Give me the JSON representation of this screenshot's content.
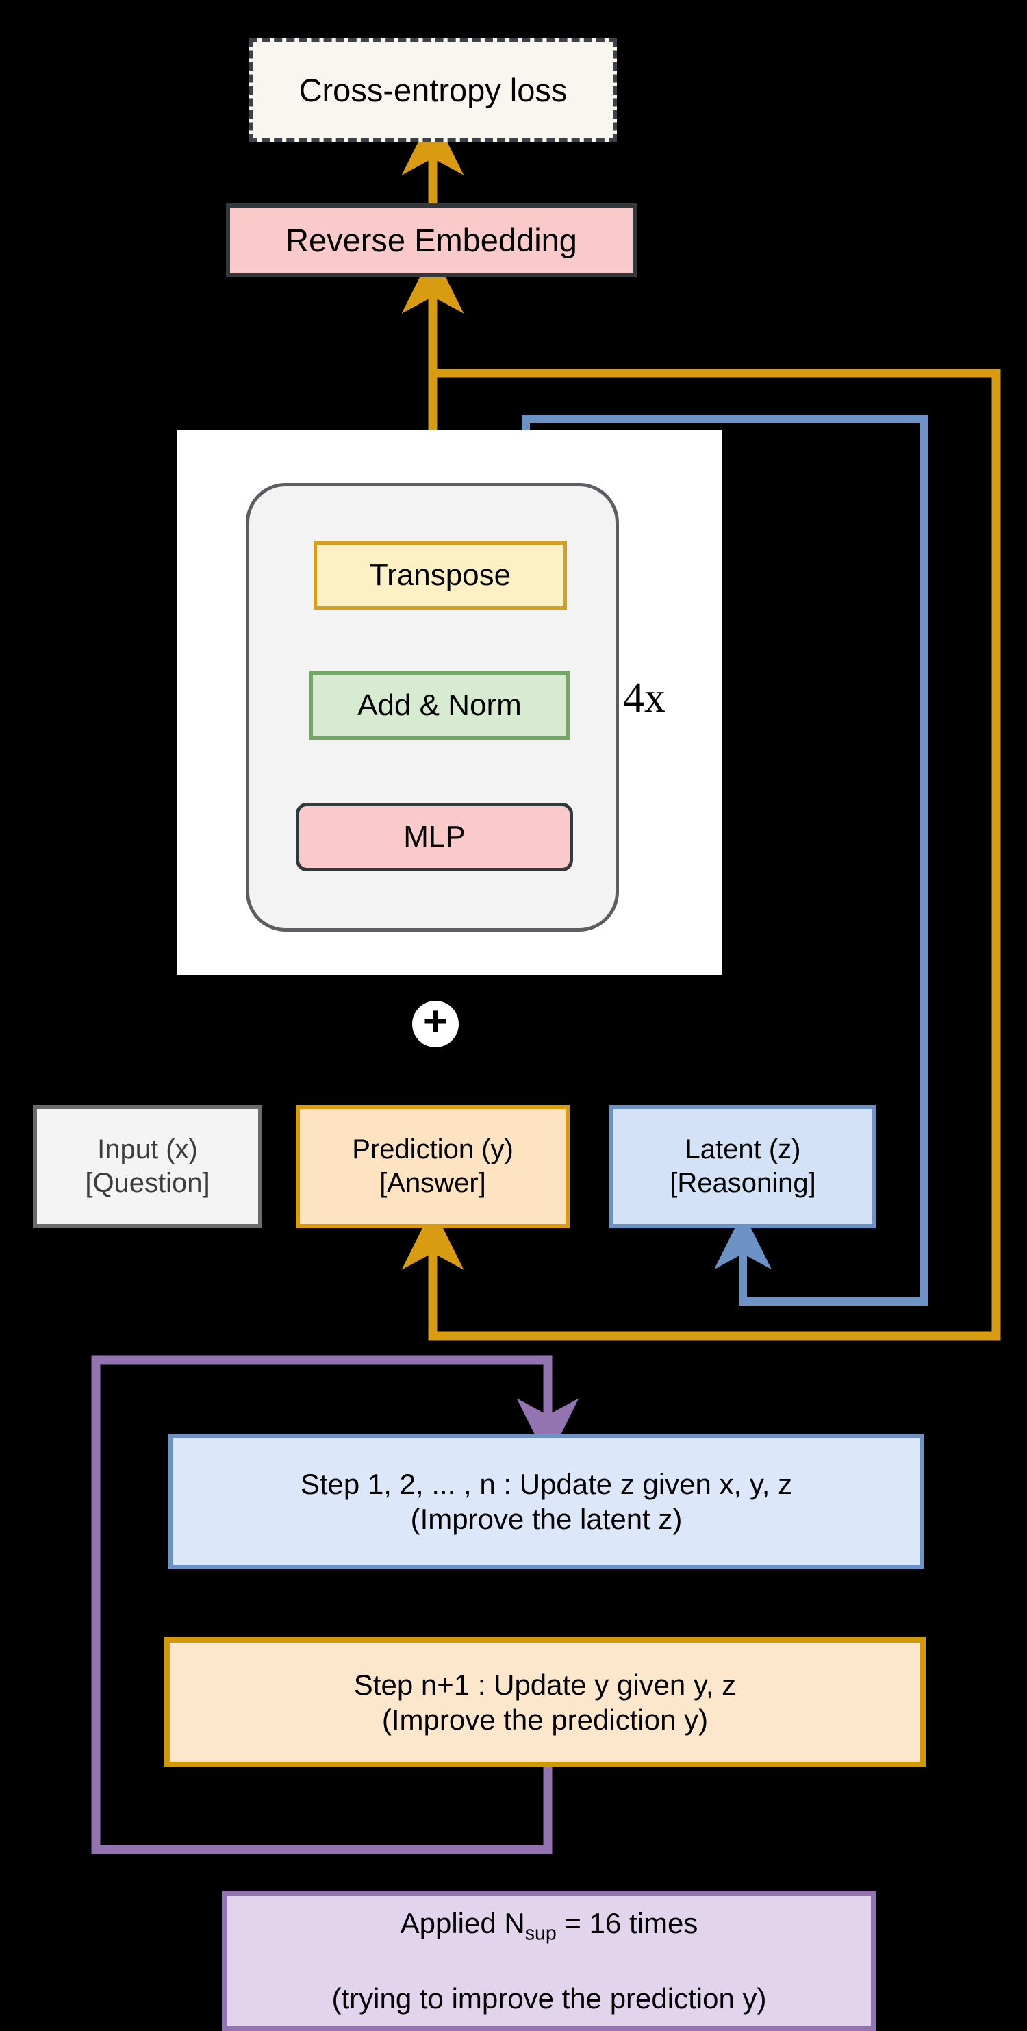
{
  "diagram": {
    "title": "Hierarchical Reasoning / latent refinement loop",
    "background_color": "#000000"
  },
  "colors": {
    "gold": "#D99B12",
    "blue": "#6D93C6",
    "purple": "#9474B0",
    "green": "#72A764",
    "pink": "#FACACA",
    "cream": "#F8F6EF",
    "gray": "#6A6A6A",
    "black": "#000000"
  },
  "nodes": {
    "cross_entropy_loss": {
      "label": "Cross-entropy loss",
      "fill": "#F8F6EF",
      "stroke": "#3D4248",
      "stroke_style": "dashed"
    },
    "reverse_embedding": {
      "label": "Reverse Embedding",
      "fill": "#FACACA",
      "stroke": "#33383D"
    },
    "transpose": {
      "label": "Transpose",
      "fill": "#FDF0C4",
      "stroke": "#D5A01E"
    },
    "add_norm": {
      "label": "Add & Norm",
      "fill": "#D6EBD0",
      "stroke": "#72A764"
    },
    "mlp": {
      "label": "MLP",
      "fill": "#FACACA",
      "stroke": "#33383D"
    },
    "repeat_label": {
      "label": "4x"
    },
    "sum_node": {
      "label": "+"
    },
    "input_x": {
      "label": "Input (x)\n[Question]",
      "fill": "#F4F4F4",
      "stroke": "#6A6A6A"
    },
    "prediction_y": {
      "label": "Prediction (y)\n[Answer]",
      "fill": "#FDE3C2",
      "stroke": "#D99B12"
    },
    "latent_z": {
      "label": "Latent (z)\n[Reasoning]",
      "fill": "#D3E2F6",
      "stroke": "#6D93C6"
    },
    "step_latent": {
      "label": "Step 1, 2, ... , n : Update z given x, y, z\n(Improve the latent z)",
      "fill": "#DCE8F9",
      "stroke": "#6D93C6"
    },
    "step_prediction": {
      "label": "Step n+1 : Update y given y, z\n(Improve the prediction y)",
      "fill": "#FDE7CC",
      "stroke": "#D19905"
    },
    "applied": {
      "line1_prefix": "Applied N",
      "line1_subscript": "sup",
      "line1_suffix": " = 16 times",
      "line2": "(trying to improve the prediction y)",
      "fill": "#E2D4EC",
      "stroke": "#9474B0"
    }
  },
  "edges": [
    {
      "name": "reverse-embedding-to-loss",
      "color": "#D99B12",
      "from": "reverse_embedding",
      "to": "cross_entropy_loss"
    },
    {
      "name": "panel-to-reverse-embedding",
      "color": "#D99B12",
      "from": "transpose",
      "to": "reverse_embedding"
    },
    {
      "name": "mlp-to-add-norm",
      "color": "#000000",
      "from": "mlp",
      "to": "add_norm"
    },
    {
      "name": "add-norm-to-transpose",
      "color": "#000000",
      "from": "add_norm",
      "to": "transpose"
    },
    {
      "name": "sum-to-mlp",
      "color": "#000000",
      "from": "sum_node",
      "to": "mlp"
    },
    {
      "name": "gold-feedback-to-prediction",
      "color": "#D99B12",
      "from": "transpose",
      "to": "prediction_y"
    },
    {
      "name": "blue-feedback-to-latent",
      "color": "#6D93C6",
      "from": "panel",
      "to": "latent_z"
    },
    {
      "name": "purple-loop-to-step-latent",
      "color": "#9474B0",
      "from": "step_prediction",
      "to": "step_latent"
    }
  ]
}
